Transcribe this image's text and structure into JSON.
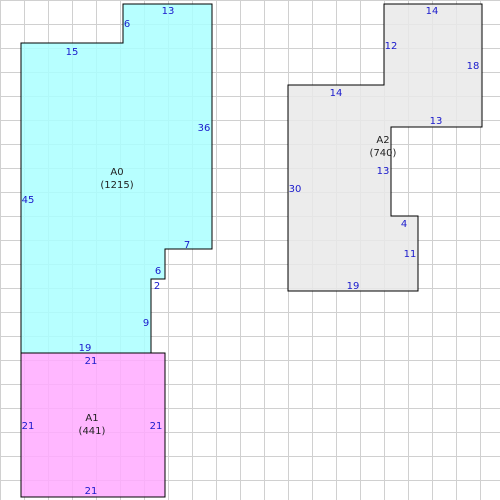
{
  "colors": {
    "grid": "#d0d0d0",
    "outline": "#000000",
    "edge_label": "#1a1acc",
    "area_label": "#222222"
  },
  "areas": [
    {
      "name": "A0",
      "area": "(1215)",
      "fill": "#aaffff",
      "edge_labels": [
        "13",
        "6",
        "15",
        "36",
        "45",
        "7",
        "6",
        "2",
        "9",
        "19"
      ]
    },
    {
      "name": "A1",
      "area": "(441)",
      "fill": "#ffaaff",
      "edge_labels": [
        "21",
        "21",
        "21",
        "21"
      ]
    },
    {
      "name": "A2",
      "area": "(740)",
      "fill": "#e9e9e9",
      "edge_labels": [
        "14",
        "12",
        "18",
        "14",
        "13",
        "13",
        "30",
        "4",
        "11",
        "19"
      ]
    }
  ]
}
